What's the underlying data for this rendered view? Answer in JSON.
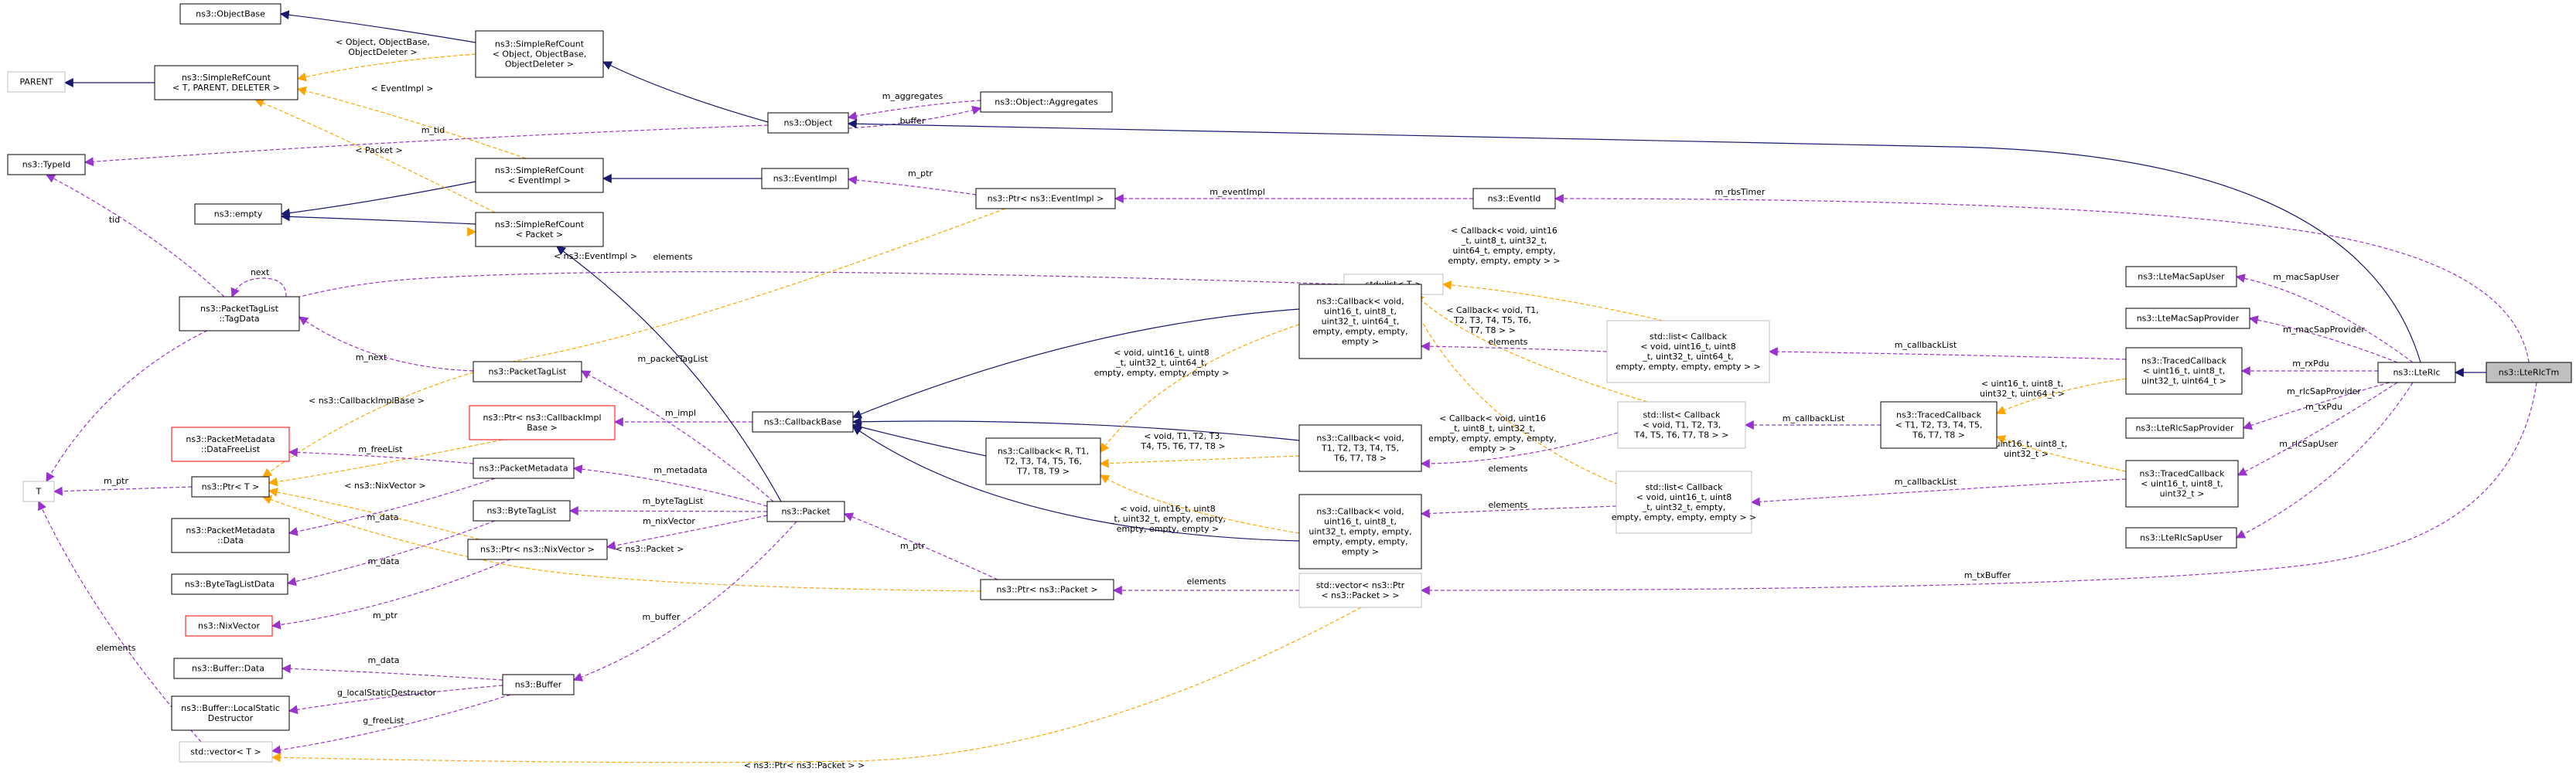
{
  "diagram": {
    "type": "collaboration-graph",
    "colors": {
      "inherit": "#191970",
      "usage": "#9a32cd",
      "template": "#ffa500",
      "node_border": "#000000",
      "node_border_gray": "#bfbfbf",
      "node_border_red": "#ff0000",
      "node_highlight": "#bfbfbf"
    },
    "nodes": [
      {
        "id": "objectbase",
        "lines": [
          "ns3::ObjectBase"
        ],
        "border": "black"
      },
      {
        "id": "parent",
        "lines": [
          "PARENT"
        ],
        "border": "gray"
      },
      {
        "id": "simplerefcount_tpd",
        "lines": [
          "ns3::SimpleRefCount",
          "< T, PARENT, DELETER >"
        ],
        "border": "black"
      },
      {
        "id": "simplerefcount_obj",
        "lines": [
          "ns3::SimpleRefCount",
          "< Object, ObjectBase,",
          "ObjectDeleter >"
        ],
        "border": "black"
      },
      {
        "id": "object",
        "lines": [
          "ns3::Object"
        ],
        "border": "black"
      },
      {
        "id": "aggregates",
        "lines": [
          "ns3::Object::Aggregates"
        ],
        "border": "black"
      },
      {
        "id": "typeid",
        "lines": [
          "ns3::TypeId"
        ],
        "border": "black"
      },
      {
        "id": "simplerefcount_evt",
        "lines": [
          "ns3::SimpleRefCount",
          "< EventImpl >"
        ],
        "border": "black"
      },
      {
        "id": "eventimpl",
        "lines": [
          "ns3::EventImpl"
        ],
        "border": "black"
      },
      {
        "id": "ptr_eventimpl",
        "lines": [
          "ns3::Ptr< ns3::EventImpl >"
        ],
        "border": "black"
      },
      {
        "id": "eventid",
        "lines": [
          "ns3::EventId"
        ],
        "border": "black"
      },
      {
        "id": "empty",
        "lines": [
          "ns3::empty"
        ],
        "border": "black"
      },
      {
        "id": "simplerefcount_pkt",
        "lines": [
          "ns3::SimpleRefCount",
          "< Packet >"
        ],
        "border": "black"
      },
      {
        "id": "stdlist_t",
        "lines": [
          "std::list< T >"
        ],
        "border": "gray"
      },
      {
        "id": "lte_mac_sap_user",
        "lines": [
          "ns3::LteMacSapUser"
        ],
        "border": "black"
      },
      {
        "id": "lte_mac_sap_provider",
        "lines": [
          "ns3::LteMacSapProvider"
        ],
        "border": "black"
      },
      {
        "id": "packettaglist_tagdata",
        "lines": [
          "ns3::PacketTagList",
          "::TagData"
        ],
        "border": "black"
      },
      {
        "id": "packettaglist",
        "lines": [
          "ns3::PacketTagList"
        ],
        "border": "black"
      },
      {
        "id": "callback_9",
        "lines": [
          "ns3::Callback< void,",
          "uint16_t, uint8_t,",
          "uint32_t, uint64_t,",
          "empty, empty, empty,",
          "empty >"
        ],
        "border": "black"
      },
      {
        "id": "stdlist_cb_a",
        "lines": [
          "std::list< Callback",
          "< void, uint16_t, uint8",
          "_t, uint32_t, uint64_t,",
          "empty, empty, empty, empty > >"
        ],
        "border": "gray"
      },
      {
        "id": "tracedcallback_a",
        "lines": [
          "ns3::TracedCallback",
          "< uint16_t, uint8_t,",
          "uint32_t, uint64_t >"
        ],
        "border": "black"
      },
      {
        "id": "ltercl",
        "lines": [
          "ns3::LteRlc"
        ],
        "border": "black"
      },
      {
        "id": "lterlctm",
        "lines": [
          "ns3::LteRlcTm"
        ],
        "border": "black",
        "highlight": true
      },
      {
        "id": "packetmetadata_dfl",
        "lines": [
          "ns3::PacketMetadata",
          "::DataFreeList"
        ],
        "border": "red"
      },
      {
        "id": "ptr_cbimpl",
        "lines": [
          "ns3::Ptr< ns3::CallbackImpl",
          "Base >"
        ],
        "border": "red"
      },
      {
        "id": "callbackbase",
        "lines": [
          "ns3::CallbackBase"
        ],
        "border": "black"
      },
      {
        "id": "callback_generic",
        "lines": [
          "ns3::Callback< R, T1,",
          "T2, T3, T4, T5, T6,",
          "T7, T8, T9 >"
        ],
        "border": "black"
      },
      {
        "id": "callback_b",
        "lines": [
          "ns3::Callback< void,",
          "T1, T2, T3, T4, T5,",
          "T6, T7, T8 >"
        ],
        "border": "black"
      },
      {
        "id": "stdlist_cb_b",
        "lines": [
          "std::list< Callback",
          "< void, T1, T2, T3,",
          "T4, T5, T6, T7, T8 > >"
        ],
        "border": "gray"
      },
      {
        "id": "tracedcallback_generic",
        "lines": [
          "ns3::TracedCallback",
          "< T1, T2, T3, T4, T5,",
          "T6, T7, T8 >"
        ],
        "border": "black"
      },
      {
        "id": "lte_rlc_sap_provider",
        "lines": [
          "ns3::LteRlcSapProvider"
        ],
        "border": "black"
      },
      {
        "id": "t",
        "lines": [
          "T"
        ],
        "border": "gray"
      },
      {
        "id": "ptr_t",
        "lines": [
          "ns3::Ptr< T >"
        ],
        "border": "black"
      },
      {
        "id": "packetmetadata",
        "lines": [
          "ns3::PacketMetadata"
        ],
        "border": "black"
      },
      {
        "id": "packet",
        "lines": [
          "ns3::Packet"
        ],
        "border": "black"
      },
      {
        "id": "tracedcallback_b",
        "lines": [
          "ns3::TracedCallback",
          "< uint16_t, uint8_t,",
          "uint32_t >"
        ],
        "border": "black"
      },
      {
        "id": "packetmetadata_data",
        "lines": [
          "ns3::PacketMetadata",
          "::Data"
        ],
        "border": "black"
      },
      {
        "id": "bytetaglist",
        "lines": [
          "ns3::ByteTagList"
        ],
        "border": "black"
      },
      {
        "id": "ptr_nixvector",
        "lines": [
          "ns3::Ptr< ns3::NixVector >"
        ],
        "border": "black"
      },
      {
        "id": "callback_7",
        "lines": [
          "ns3::Callback< void,",
          "uint16_t, uint8_t,",
          "uint32_t, empty, empty,",
          "empty, empty, empty,",
          "empty >"
        ],
        "border": "black"
      },
      {
        "id": "stdlist_cb_c",
        "lines": [
          "std::list< Callback",
          "< void, uint16_t, uint8",
          "_t, uint32_t, empty,",
          "empty, empty, empty, empty > >"
        ],
        "border": "gray"
      },
      {
        "id": "lte_rlc_sap_user",
        "lines": [
          "ns3::LteRlcSapUser"
        ],
        "border": "black"
      },
      {
        "id": "bytetaglistdata",
        "lines": [
          "ns3::ByteTagListData"
        ],
        "border": "black"
      },
      {
        "id": "ptr_packet",
        "lines": [
          "ns3::Ptr< ns3::Packet >"
        ],
        "border": "black"
      },
      {
        "id": "stdvector_ptr_packet",
        "lines": [
          "std::vector< ns3::Ptr",
          "< ns3::Packet > >"
        ],
        "border": "gray"
      },
      {
        "id": "nixvector",
        "lines": [
          "ns3::NixVector"
        ],
        "border": "red"
      },
      {
        "id": "buffer_data",
        "lines": [
          "ns3::Buffer::Data"
        ],
        "border": "black"
      },
      {
        "id": "buffer_localstatic",
        "lines": [
          "ns3::Buffer::LocalStatic",
          "Destructor"
        ],
        "border": "black"
      },
      {
        "id": "buffer",
        "lines": [
          "ns3::Buffer"
        ],
        "border": "black"
      },
      {
        "id": "stdvector_t",
        "lines": [
          "std::vector< T >"
        ],
        "border": "gray"
      }
    ],
    "edge_labels": [
      {
        "id": "l_object_base_deleter",
        "lines": [
          "< Object, ObjectBase,",
          "ObjectDeleter >"
        ],
        "kind": "template"
      },
      {
        "id": "l_eventimpl_tpl",
        "lines": [
          "< EventImpl >"
        ],
        "kind": "template"
      },
      {
        "id": "l_m_aggregates",
        "lines": [
          "m_aggregates"
        ],
        "kind": "usage"
      },
      {
        "id": "l_buffer_agg",
        "lines": [
          "buffer"
        ],
        "kind": "usage"
      },
      {
        "id": "l_m_tid",
        "lines": [
          "m_tid"
        ],
        "kind": "usage"
      },
      {
        "id": "l_packet_tpl",
        "lines": [
          "< Packet >"
        ],
        "kind": "template"
      },
      {
        "id": "l_m_ptr_evt",
        "lines": [
          "m_ptr"
        ],
        "kind": "usage"
      },
      {
        "id": "l_m_eventimpl",
        "lines": [
          "m_eventImpl"
        ],
        "kind": "usage"
      },
      {
        "id": "l_m_rbstimer",
        "lines": [
          "m_rbsTimer"
        ],
        "kind": "usage"
      },
      {
        "id": "l_tid",
        "lines": [
          "tid"
        ],
        "kind": "usage"
      },
      {
        "id": "l_elements_list",
        "lines": [
          "elements"
        ],
        "kind": "usage"
      },
      {
        "id": "l_ptr_eventimpl_tpl",
        "lines": [
          "< ns3::EventImpl >"
        ],
        "kind": "template"
      },
      {
        "id": "l_next",
        "lines": [
          "next"
        ],
        "kind": "usage"
      },
      {
        "id": "l_m_next",
        "lines": [
          "m_next"
        ],
        "kind": "usage"
      },
      {
        "id": "l_m_packettaglist",
        "lines": [
          "m_packetTagList"
        ],
        "kind": "usage"
      },
      {
        "id": "l_cb_list_a",
        "lines": [
          "< Callback< void, uint16",
          "_t, uint8_t, uint32_t,",
          "uint64_t, empty, empty,",
          "empty, empty, empty > >"
        ],
        "kind": "template"
      },
      {
        "id": "l_cb_list_b",
        "lines": [
          "< Callback< void, T1,",
          "T2, T3, T4, T5, T6,",
          "T7, T8 > >"
        ],
        "kind": "template"
      },
      {
        "id": "l_cb_list_c",
        "lines": [
          "< Callback< void, uint16",
          "_t, uint8_t, uint32_t,",
          "empty, empty, empty, empty,",
          "empty > >"
        ],
        "kind": "template"
      },
      {
        "id": "l_elements_a",
        "lines": [
          "elements"
        ],
        "kind": "usage"
      },
      {
        "id": "l_elements_b",
        "lines": [
          "elements"
        ],
        "kind": "usage"
      },
      {
        "id": "l_elements_c",
        "lines": [
          "elements"
        ],
        "kind": "usage"
      },
      {
        "id": "l_m_callbacklist_a",
        "lines": [
          "m_callbackList"
        ],
        "kind": "usage"
      },
      {
        "id": "l_m_callbacklist_b",
        "lines": [
          "m_callbackList"
        ],
        "kind": "usage"
      },
      {
        "id": "l_m_callbacklist_c",
        "lines": [
          "m_callbackList"
        ],
        "kind": "usage"
      },
      {
        "id": "l_tc_a_tpl",
        "lines": [
          "< uint16_t, uint8_t,",
          "uint32_t, uint64_t >"
        ],
        "kind": "template"
      },
      {
        "id": "l_tc_b_tpl",
        "lines": [
          "< uint16_t, uint8_t,",
          "uint32_t >"
        ],
        "kind": "template"
      },
      {
        "id": "l_cb9_tpl",
        "lines": [
          "< void, uint16_t, uint8",
          "_t, uint32_t, uint64_t,",
          "empty, empty, empty, empty >"
        ],
        "kind": "template"
      },
      {
        "id": "l_cbb_tpl",
        "lines": [
          "< void, T1, T2, T3,",
          "T4, T5, T6, T7, T8 >"
        ],
        "kind": "template"
      },
      {
        "id": "l_cb7_tpl",
        "lines": [
          "< void, uint16_t, uint8",
          "_t, uint32_t, empty, empty,",
          "empty, empty, empty >"
        ],
        "kind": "template"
      },
      {
        "id": "l_m_macsapuser",
        "lines": [
          "m_macSapUser"
        ],
        "kind": "usage"
      },
      {
        "id": "l_m_macsapprovider",
        "lines": [
          "m_macSapProvider"
        ],
        "kind": "usage"
      },
      {
        "id": "l_m_rxpdu",
        "lines": [
          "m_rxPdu"
        ],
        "kind": "usage"
      },
      {
        "id": "l_m_rlcsapprovider",
        "lines": [
          "m_rlcSapProvider"
        ],
        "kind": "usage"
      },
      {
        "id": "l_m_txpdu",
        "lines": [
          "m_txPdu"
        ],
        "kind": "usage"
      },
      {
        "id": "l_m_rlcsapuser",
        "lines": [
          "m_rlcSapUser"
        ],
        "kind": "usage"
      },
      {
        "id": "l_m_txbuffer",
        "lines": [
          "m_txBuffer"
        ],
        "kind": "usage"
      },
      {
        "id": "l_cbimplbase_tpl",
        "lines": [
          "< ns3::CallbackImplBase >"
        ],
        "kind": "template"
      },
      {
        "id": "l_m_impl",
        "lines": [
          "m_impl"
        ],
        "kind": "usage"
      },
      {
        "id": "l_m_freelist",
        "lines": [
          "m_freeList"
        ],
        "kind": "usage"
      },
      {
        "id": "l_m_ptr_t",
        "lines": [
          "m_ptr"
        ],
        "kind": "usage"
      },
      {
        "id": "l_nixvector_tpl",
        "lines": [
          "< ns3::NixVector >"
        ],
        "kind": "template"
      },
      {
        "id": "l_m_metadata",
        "lines": [
          "m_metadata"
        ],
        "kind": "usage"
      },
      {
        "id": "l_m_data_pm",
        "lines": [
          "m_data"
        ],
        "kind": "usage"
      },
      {
        "id": "l_m_bytetaglist",
        "lines": [
          "m_byteTagList"
        ],
        "kind": "usage"
      },
      {
        "id": "l_m_nixvector",
        "lines": [
          "m_nixVector"
        ],
        "kind": "usage"
      },
      {
        "id": "l_m_data_btl",
        "lines": [
          "m_data"
        ],
        "kind": "usage"
      },
      {
        "id": "l_m_ptr_pkt",
        "lines": [
          "m_ptr"
        ],
        "kind": "usage"
      },
      {
        "id": "l_packet_tpl2",
        "lines": [
          "< ns3::Packet >"
        ],
        "kind": "template"
      },
      {
        "id": "l_elements_vec",
        "lines": [
          "elements"
        ],
        "kind": "usage"
      },
      {
        "id": "l_m_ptr_nix",
        "lines": [
          "m_ptr"
        ],
        "kind": "usage"
      },
      {
        "id": "l_m_buffer",
        "lines": [
          "m_buffer"
        ],
        "kind": "usage"
      },
      {
        "id": "l_m_data_buf",
        "lines": [
          "m_data"
        ],
        "kind": "usage"
      },
      {
        "id": "l_g_localstatic",
        "lines": [
          "g_localStaticDestructor"
        ],
        "kind": "usage"
      },
      {
        "id": "l_g_freelist",
        "lines": [
          "g_freeList"
        ],
        "kind": "usage"
      },
      {
        "id": "l_elements_t",
        "lines": [
          "elements"
        ],
        "kind": "usage"
      },
      {
        "id": "l_vec_ptr_packet_tpl",
        "lines": [
          "< ns3::Ptr< ns3::Packet > >"
        ],
        "kind": "template"
      }
    ]
  }
}
